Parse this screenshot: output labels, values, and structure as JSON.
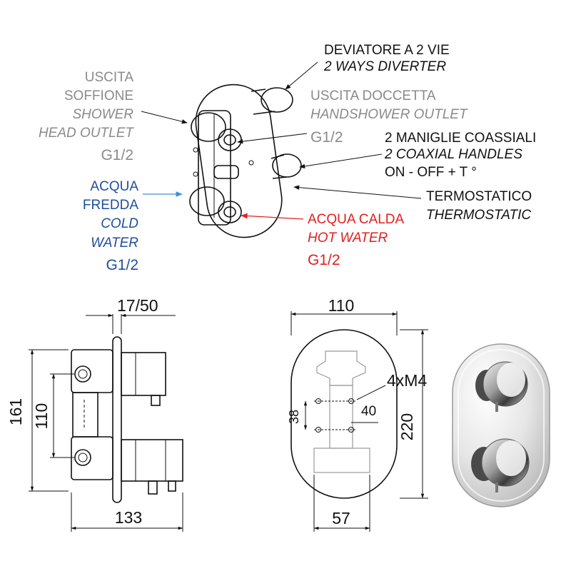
{
  "colors": {
    "grey": "#8a8a8a",
    "blue": "#1f4e9c",
    "red": "#e0201f",
    "dark": "#111111"
  },
  "labels": {
    "diverter_it": "DEVIATORE A 2 VIE",
    "diverter_en": "2 WAYS DIVERTER",
    "shower_it_1": "USCITA",
    "shower_it_2": "SOFFIONE",
    "shower_en_1": "SHOWER",
    "shower_en_2": "HEAD OUTLET",
    "shower_size": "G1/2",
    "handshower_it": "USCITA DOCCETTA",
    "handshower_en": "HANDSHOWER OUTLET",
    "handshower_size": "G1/2",
    "handles_it": "2 MANIGLIE COASSIALI",
    "handles_en": "2 COAXIAL HANDLES",
    "handles_note": "ON - OFF  +  T °",
    "thermo_it": "TERMOSTATICO",
    "thermo_en": "THERMOSTATIC",
    "cold_it_1": "ACQUA",
    "cold_it_2": "FREDDA",
    "cold_en_1": "COLD",
    "cold_en_2": "WATER",
    "cold_size": "G1/2",
    "hot_it": "ACQUA CALDA",
    "hot_en": "HOT WATER",
    "hot_size": "G1/2"
  },
  "dimensions": {
    "side_depth": "17/50",
    "side_height_total": "161",
    "side_height_inner": "110",
    "side_width": "133",
    "front_width": "110",
    "front_height": "220",
    "front_bottom": "57",
    "screws": "4xM4",
    "hole_v": "38",
    "hole_h": "40"
  }
}
